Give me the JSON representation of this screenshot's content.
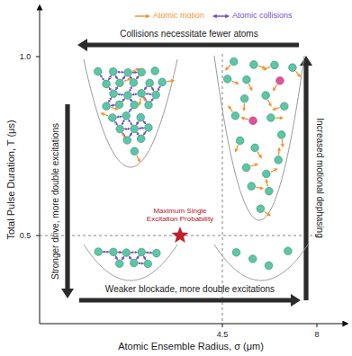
{
  "diagram": {
    "labels": [
      "Collisions necessitate fewer atoms",
      "Weaker blockade, more double excitations",
      "Stronger drive, more double excitations",
      "Increased motional dephasing",
      "Maximum Single Excitation Probability",
      "Total Pulse Duration, T (μs)",
      "Atomic Ensemble Radius, σ (μm)",
      "1.0",
      "0.5",
      "4.5",
      "8"
    ],
    "legend": [
      {
        "text": "Atomic motion"
      },
      {
        "text": "Atomic collisions"
      }
    ]
  }
}
